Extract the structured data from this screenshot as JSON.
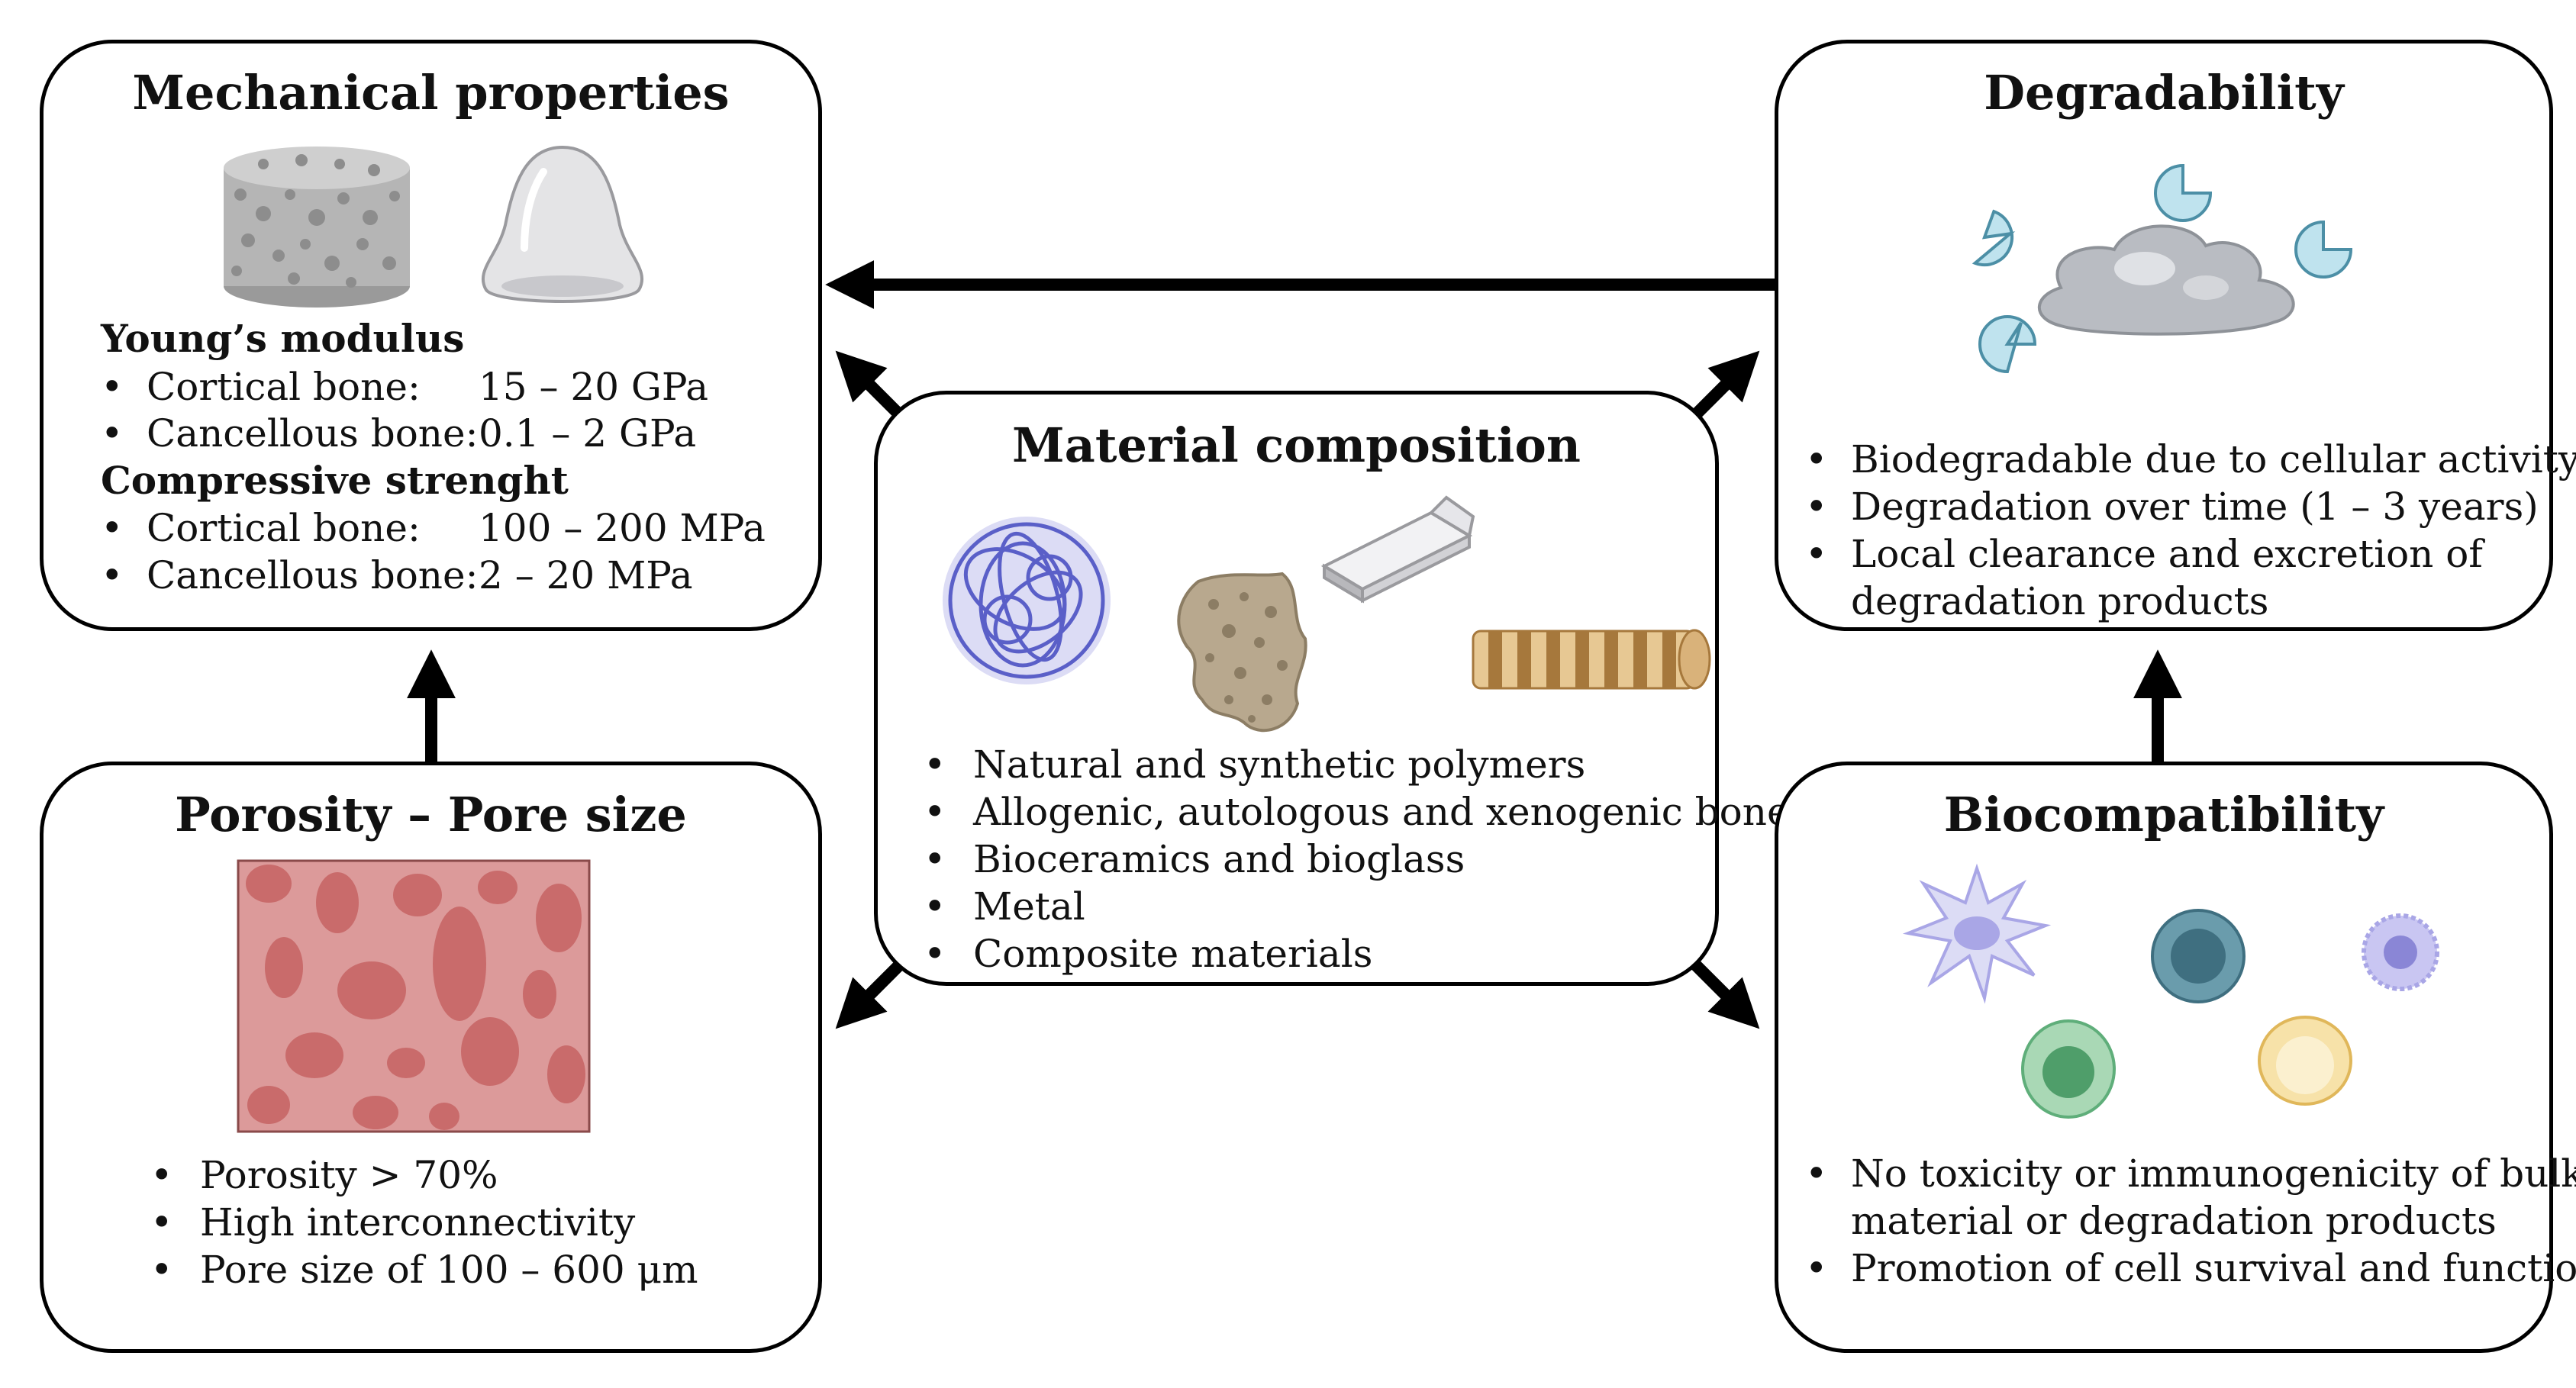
{
  "mechanical": {
    "title": "Mechanical properties",
    "youngs_heading": "Young’s modulus",
    "youngs": [
      {
        "label": "Cortical bone:",
        "value": "15 – 20 GPa"
      },
      {
        "label": "Cancellous bone:",
        "value": "0.1 – 2 GPa"
      }
    ],
    "compressive_heading": "Compressive strenght",
    "compressive": [
      {
        "label": "Cortical bone:",
        "value": "100 – 200 MPa"
      },
      {
        "label": "Cancellous bone:",
        "value": "2 – 20 MPa"
      }
    ]
  },
  "degradability": {
    "title": "Degradability",
    "items": [
      "Biodegradable due to cellular activity",
      "Degradation over time (1 – 3 years)",
      "Local clearance and excretion of",
      "degradation products"
    ]
  },
  "material": {
    "title": "Material composition",
    "items": [
      "Natural and synthetic polymers",
      "Allogenic, autologous and xenogenic bone",
      "Bioceramics and bioglass",
      "Metal",
      "Composite materials"
    ]
  },
  "porosity": {
    "title": "Porosity – Pore size",
    "items": [
      "Porosity  > 70%",
      "High interconnectivity",
      "Pore size of 100 – 600 μm"
    ]
  },
  "biocompatibility": {
    "title": "Biocompatibility",
    "items": [
      "No toxicity or immunogenicity of bulk",
      "material or degradation products",
      "Promotion of cell survival and function"
    ]
  },
  "bullet_char": "•",
  "colors": {
    "border": "#000000",
    "pore_tissue": "#dc9a9a",
    "pore_hole": "#c96b6b",
    "polymer": "#5a5fc8",
    "bone_chunk": "#b8a88e",
    "fiber": "#c99a5c",
    "cell_blue": "#4c7e8e",
    "cell_green": "#5fae7a",
    "cell_yellow": "#f0d28a",
    "cell_purple": "#a9a6e6",
    "enzyme": "#bfe3ee"
  }
}
